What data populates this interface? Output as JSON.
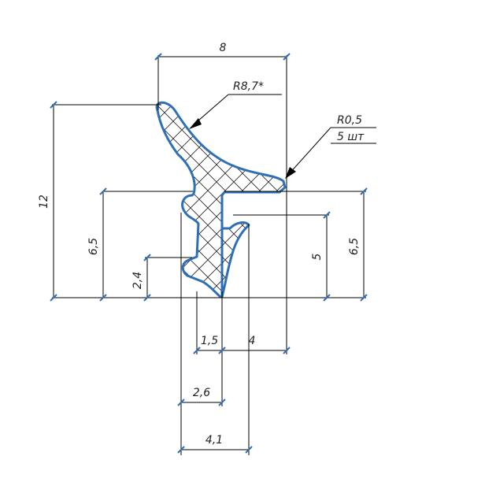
{
  "colors": {
    "profile_outline": "#2f6fb6",
    "hatch": "#222222",
    "dimension": "#000000",
    "arrow_tick": "#2f6fb6"
  },
  "labels": {
    "dim_top_width": "8",
    "radius_large": "R8,7*",
    "radius_small": "R0,5",
    "radius_small_count": "5 шт",
    "dim_height_total": "12",
    "dim_height_left": "6,5",
    "dim_height_notch": "2,4",
    "dim_height_inner": "5",
    "dim_height_right": "6,5",
    "dim_width_15": "1,5",
    "dim_width_4": "4",
    "dim_width_26": "2,6",
    "dim_width_41": "4,1"
  }
}
